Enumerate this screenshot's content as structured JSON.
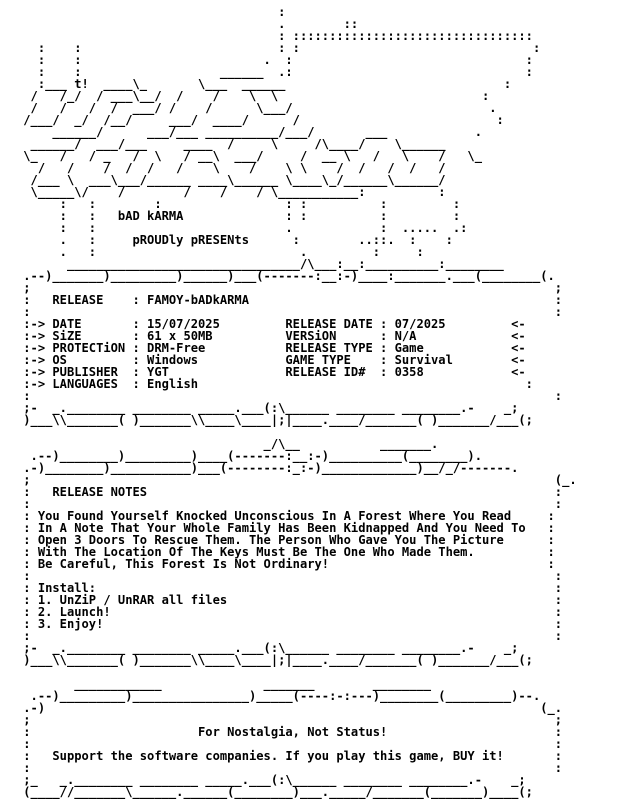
{
  "nfo": {
    "lines": [
      "                                    :",
      "                                    .        ::",
      "                                    : :::::::::::::::::::::::::::::::::",
      "   :    :                           : :                                :",
      "   :    :                         .  :                                :",
      "   :    :                   ______  .:                                :",
      "   :___ t!  ____\\_       \\___  ______                              :",
      "  /   /_/  / ___\\__/  /    /    \\  \\                            :",
      "  /   /   /  /  ___/ /    /      \\___/                           .",
      " /___/  _/  /__/     ___/  ____/      /                           :",
      "     ______/      ___/___ __________/___/       ___            .",
      "  ______/  ___/___     ____  /     \\     /\\____/    \\______",
      " \\_   /   / _   /  \\   / __\\  ___/     /  __ \\   /   \\    /   \\_",
      "   /   /    /  /  /   /    \\    /    \\ \\    /  /   /  /   /",
      "  /___ \\  ___\\___/______ ____\\______ \\____\\_/______\\______/",
      "  \\_____\\/    /        /    /    / \\___________:          :",
      "      :   :        :                 : :          :         :",
      "      :   :   bAD kARMA              : :          :         :",
      "      :   :                          .            :  .....  .:",
      "      .   :     pROUDly pRESENts      :        ..::.  :    :",
      "      .   :                            .         :     :",
      "       ________________________________/\\___:__:__________:________",
      " .--)_______)_________)______)___(-------:__:-)____:_______.___(________(.",
      " ;                                                                        ;",
      " :   RELEASE    : FAMOY-bADkARMA                                          :",
      " :                                                                        :",
      " :-> DATE       : 15/07/2025         RELEASE DATE : 07/2025         <-",
      " :-> SiZE       : 61 x 50MB          VERSiON      : N/A             <-",
      " :-> PROTECTiON : DRM-Free           RELEASE TYPE : Game            <-",
      " :-> OS         : Windows            GAME TYPE    : Survival        <-",
      " :-> PUBLISHER  : YGT                RELEASE ID#  : 0358            <-",
      " :-> LANGUAGES  : English                                             :",
      " :                                                                        :",
      " ;-  _.________ ________ _____.___(:\\______ ________ ________.-    _;",
      " )___\\\\_______( )_______\\\\____\\____|;|____.____/_______( )_______/___(;",
      "",
      "                                  _/\\__           _______.",
      "  .--)________)_________)____(-------:__:-)__________(________).",
      " .-)________)___________)___(--------:_:-)_____________)__/_/-------.",
      " ;                                                                        (_.",
      " :   RELEASE NOTES                                                        :",
      " :                                                                        :",
      " : You Found Yourself Knocked Unconscious In A Forest Where You Read     :",
      " : In A Note That Your Whole Family Has Been Kidnapped And You Need To   :",
      " : Open 3 Doors To Rescue Them. The Person Who Gave You The Picture      :",
      " : With The Location Of The Keys Must Be The One Who Made Them.          :",
      " : Be Careful, This Forest Is Not Ordinary!                              :",
      " :                                                                        :",
      " : Install:                                                               :",
      " : 1. UnZiP / UnRAR all files                                             :",
      " : 2. Launch!                                                             :",
      " : 3. Enjoy!                                                              :",
      " :                                                                        :",
      " ;-  _.________ ________ _____.___(:\\______ ________ ________.-    _;",
      " )___\\\\_______( )_______\\\\____\\____|;|____.____/_______( )_______/___(;",
      "",
      "        ____________              _______        ________",
      "  .--)_________)________________)_____(----:-:---)________(_________)--.",
      " .-)                                                                    (_.",
      " ;                                                                        ;",
      " :                       For Nostalgia, Not Status!                       :",
      " :                                                                        :",
      " :   Support the software companies. If you play this game, BUY it!       :",
      " :                                                                        :",
      " ;_   _.________ ________ _____.___(:\\______ ________ ________.-    _;",
      " (____//_______\\______.______(________)___._____/_______(_______)____(;"
    ]
  }
}
